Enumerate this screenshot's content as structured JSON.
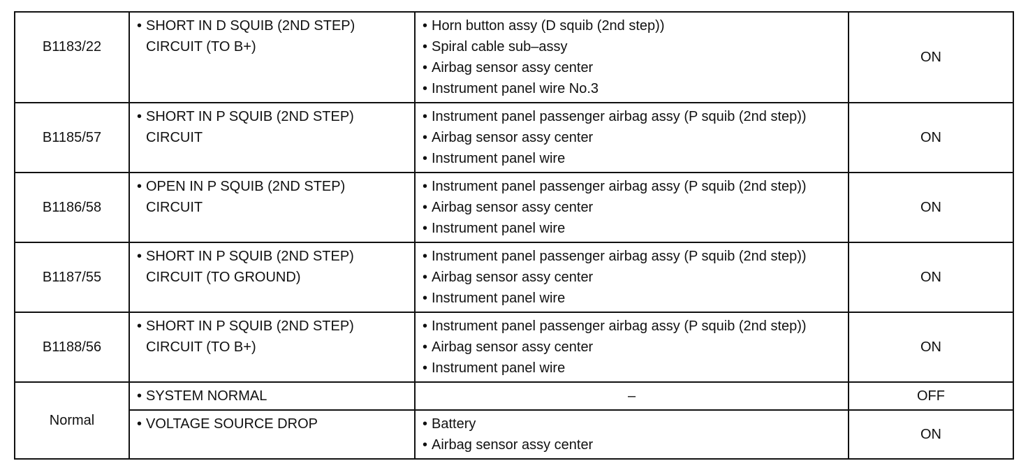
{
  "rows": [
    {
      "code": "B1183/22",
      "malfunction": [
        "SHORT IN D SQUIB (2ND STEP)",
        "CIRCUIT (TO B+)"
      ],
      "areas": [
        "Horn button assy (D squib (2nd step))",
        "Spiral cable sub–assy",
        "Airbag sensor assy center",
        "Instrument panel wire No.3"
      ],
      "detection": "ON"
    },
    {
      "code": "B1185/57",
      "malfunction": [
        "SHORT IN P SQUIB (2ND STEP)",
        "CIRCUIT"
      ],
      "areas": [
        "Instrument panel passenger airbag assy (P squib (2nd step))",
        "Airbag sensor assy center",
        "Instrument panel wire"
      ],
      "detection": "ON"
    },
    {
      "code": "B1186/58",
      "malfunction": [
        "OPEN IN P SQUIB (2ND STEP)",
        "CIRCUIT"
      ],
      "areas": [
        "Instrument panel passenger airbag assy (P squib (2nd step))",
        "Airbag sensor assy center",
        "Instrument panel wire"
      ],
      "detection": "ON"
    },
    {
      "code": "B1187/55",
      "malfunction": [
        "SHORT IN P SQUIB (2ND STEP)",
        "CIRCUIT (TO GROUND)"
      ],
      "areas": [
        "Instrument panel passenger airbag assy (P squib (2nd step))",
        "Airbag sensor assy center",
        "Instrument panel wire"
      ],
      "detection": "ON"
    },
    {
      "code": "B1188/56",
      "malfunction": [
        "SHORT IN P SQUIB (2ND STEP)",
        "CIRCUIT (TO B+)"
      ],
      "areas": [
        "Instrument panel passenger airbag assy (P squib (2nd step))",
        "Airbag sensor assy center",
        "Instrument panel wire"
      ],
      "detection": "ON"
    }
  ],
  "normal": {
    "code": "Normal",
    "system_normal": {
      "malfunction": "SYSTEM NORMAL",
      "area": "–",
      "detection": "OFF"
    },
    "voltage_drop": {
      "malfunction": "VOLTAGE SOURCE DROP",
      "areas": [
        "Battery",
        "Airbag sensor assy center"
      ],
      "detection": "ON"
    }
  }
}
